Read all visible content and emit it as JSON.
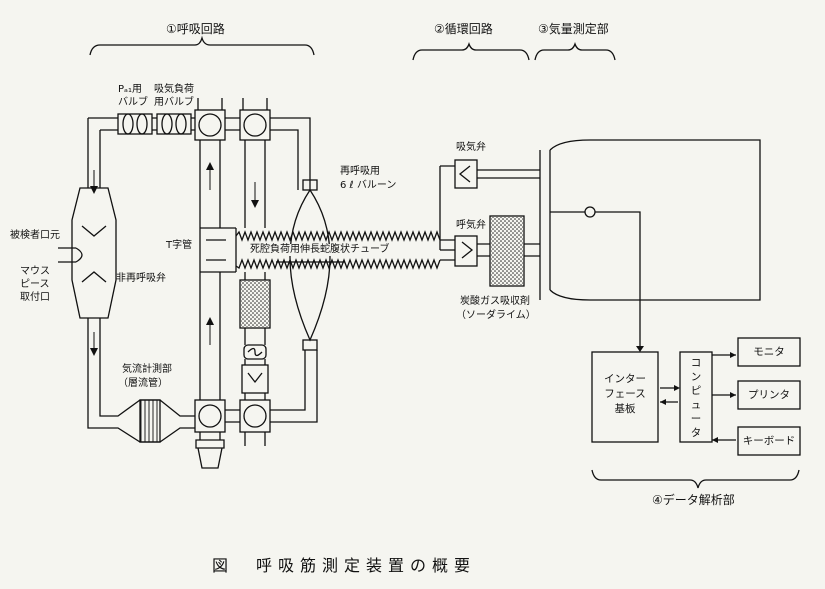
{
  "sections": {
    "breathing_circuit": "①呼吸回路",
    "circulation_circuit": "②循環回路",
    "gas_measurement": "③気量測定部",
    "data_analysis": "④データ解析部"
  },
  "labels": {
    "pa_valve": "Pₐ₁用",
    "pa_valve2": "バルブ",
    "insp_load_valve": "吸気負荷",
    "insp_load_valve2": "用バルブ",
    "subject_mouth": "被検者口元",
    "mouthpiece": "マウス",
    "mouthpiece2": "ピース",
    "mouthpiece3": "取付口",
    "non_rebreathing_valve": "非再呼吸弁",
    "t_tube": "T字管",
    "rebreathing_balloon": "再呼吸用",
    "rebreathing_balloon2": "6 ℓ バルーン",
    "deadspace_tube": "死腔負荷用伸長蛇腹状チューブ",
    "inspiratory_valve": "吸気弁",
    "expiratory_valve": "呼気弁",
    "co2_absorbent": "炭酸ガス吸収剤",
    "soda_lime": "（ソーダライム）",
    "flowmeter": "気流計測部",
    "laminar_tube": "（層流管）"
  },
  "boxes": {
    "interface": "インター\nフェース\n基板",
    "computer": "コンピュータ",
    "monitor": "モニタ",
    "printer": "プリンタ",
    "keyboard": "キーボード"
  },
  "caption": "図　呼吸筋測定装置の概要"
}
